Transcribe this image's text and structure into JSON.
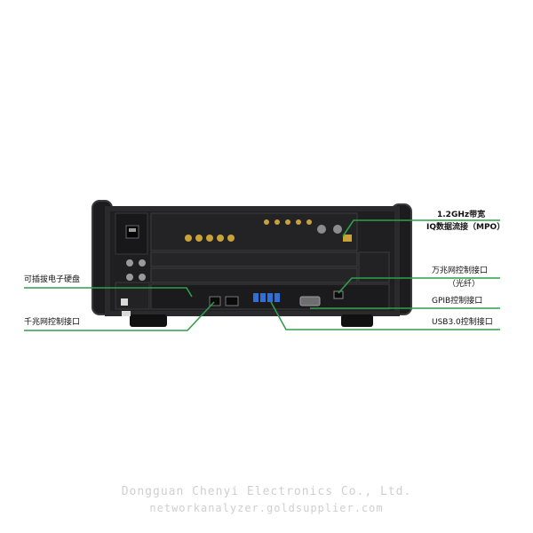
{
  "callouts": {
    "bandwidth_line1": "1.2GHz带宽",
    "bandwidth_line2": "IQ数据流接（MPO）",
    "tengig_line1": "万兆网控制接口",
    "tengig_line2": "（光纤）",
    "gpib": "GPIB控制接口",
    "usb": "USB3.0控制接口",
    "hotswap_disk": "可插拔电子硬盘",
    "gigabit": "千兆网控制接口"
  },
  "watermark": {
    "company": "Dongguan Chenyi Electronics Co., Ltd.",
    "site": "networkanalyzer.goldsupplier.com"
  },
  "colors": {
    "leader_line": "#2e9e4a",
    "chassis": "#2a2a2c",
    "panel": "#1b1b1d",
    "gold_connector": "#c9a23a",
    "usb_blue": "#2f6fd6"
  }
}
